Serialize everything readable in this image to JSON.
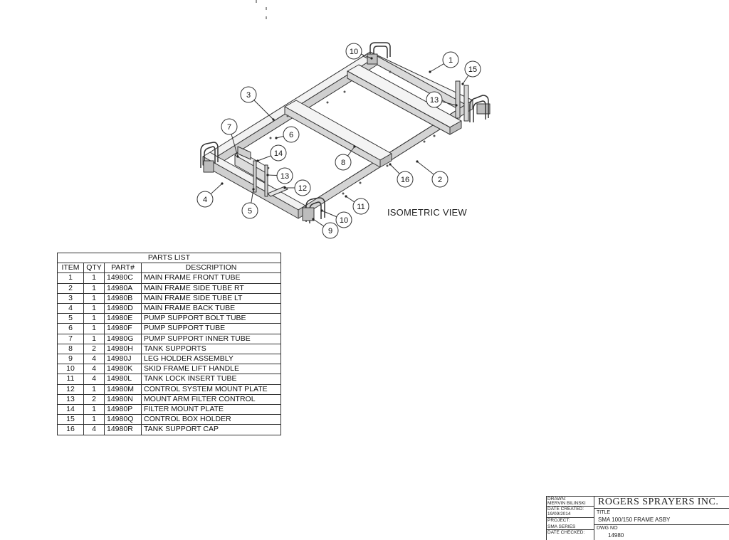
{
  "drawing": {
    "view_label": "ISOMETRIC VIEW",
    "balloons": [
      {
        "n": "1"
      },
      {
        "n": "2"
      },
      {
        "n": "3"
      },
      {
        "n": "4"
      },
      {
        "n": "5"
      },
      {
        "n": "6"
      },
      {
        "n": "7"
      },
      {
        "n": "8"
      },
      {
        "n": "9"
      },
      {
        "n": "10"
      },
      {
        "n": "10"
      },
      {
        "n": "11"
      },
      {
        "n": "12"
      },
      {
        "n": "13"
      },
      {
        "n": "13"
      },
      {
        "n": "14"
      },
      {
        "n": "15"
      },
      {
        "n": "16"
      }
    ]
  },
  "parts_list": {
    "caption": "PARTS LIST",
    "headers": [
      "ITEM",
      "QTY",
      "PART#",
      "DESCRIPTION"
    ],
    "rows": [
      [
        "1",
        "1",
        "14980C",
        "MAIN FRAME FRONT TUBE"
      ],
      [
        "2",
        "1",
        "14980A",
        "MAIN FRAME SIDE TUBE RT"
      ],
      [
        "3",
        "1",
        "14980B",
        "MAIN FRAME SIDE TUBE LT"
      ],
      [
        "4",
        "1",
        "14980D",
        "MAIN FRAME BACK TUBE"
      ],
      [
        "5",
        "1",
        "14980E",
        "PUMP SUPPORT BOLT TUBE"
      ],
      [
        "6",
        "1",
        "14980F",
        "PUMP SUPPORT TUBE"
      ],
      [
        "7",
        "1",
        "14980G",
        "PUMP SUPPORT INNER TUBE"
      ],
      [
        "8",
        "2",
        "14980H",
        "TANK SUPPORTS"
      ],
      [
        "9",
        "4",
        "14980J",
        "LEG HOLDER ASSEMBLY"
      ],
      [
        "10",
        "4",
        "14980K",
        "SKID FRAME LIFT HANDLE"
      ],
      [
        "11",
        "4",
        "14980L",
        "TANK LOCK INSERT TUBE"
      ],
      [
        "12",
        "1",
        "14980M",
        "CONTROL SYSTEM MOUNT PLATE"
      ],
      [
        "13",
        "2",
        "14980N",
        "MOUNT ARM FILTER CONTROL"
      ],
      [
        "14",
        "1",
        "14980P",
        "FILTER MOUNT PLATE"
      ],
      [
        "15",
        "1",
        "14980Q",
        "CONTROL BOX HOLDER"
      ],
      [
        "16",
        "4",
        "14980R",
        "TANK SUPPORT CAP"
      ]
    ]
  },
  "title_block": {
    "drawn_label": "DRAWN:",
    "drawn_by": "MERVIN BILINSKI",
    "date_created_label": "DATE CREATED:",
    "date_created": "19/09/2014",
    "project_label": "PROJECT:",
    "project": "SMA SERIES",
    "date_checked_label": "DATE CHECKED:",
    "company": "ROGERS SPRAYERS INC.",
    "title_label": "TITLE",
    "title": "SMA 100/150 FRAME ASBY",
    "dwg_label": "DWG NO",
    "dwg_no": "14980"
  }
}
